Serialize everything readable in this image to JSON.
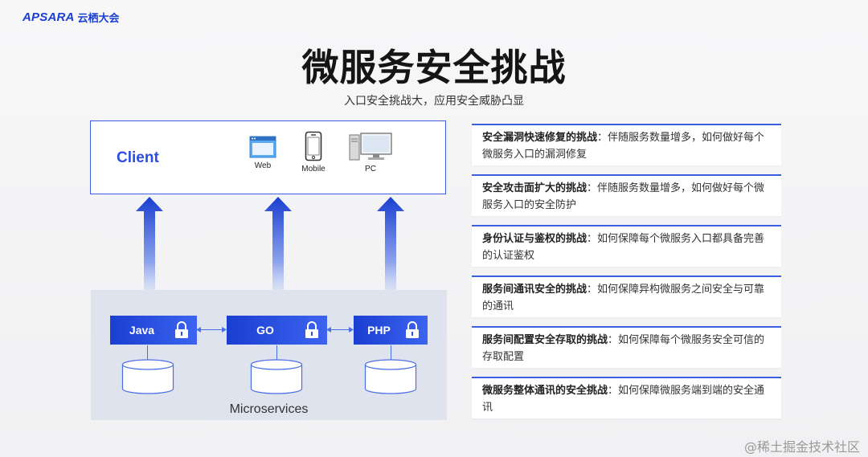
{
  "logo": {
    "brand": "APSARA",
    "name": "云栖大会"
  },
  "title": "微服务安全挑战",
  "subtitle": "入口安全挑战大，应用安全威胁凸显",
  "client": {
    "label": "Client",
    "devices": [
      {
        "label": "Web",
        "icon": "browser-window-icon"
      },
      {
        "label": "Mobile",
        "icon": "mobile-phone-icon"
      },
      {
        "label": "PC",
        "icon": "desktop-pc-icon"
      }
    ]
  },
  "microservices": {
    "label": "Microservices",
    "services": [
      {
        "name": "Java",
        "icon": "lock-icon"
      },
      {
        "name": "GO",
        "icon": "lock-icon"
      },
      {
        "name": "PHP",
        "icon": "lock-icon"
      }
    ]
  },
  "challenges": [
    {
      "title": "安全漏洞快速修复的挑战",
      "desc": "：伴随服务数量增多，如何做好每个微服务入口的漏洞修复"
    },
    {
      "title": "安全攻击面扩大的挑战",
      "desc": "：伴随服务数量增多，如何做好每个微服务入口的安全防护"
    },
    {
      "title": "身份认证与鉴权的挑战",
      "desc": "：如何保障每个微服务入口都具备完善的认证鉴权"
    },
    {
      "title": "服务间通讯安全的挑战",
      "desc": "：如何保障异构微服务之间安全与可靠的通讯"
    },
    {
      "title": "服务间配置安全存取的挑战",
      "desc": "：如何保障每个微服务安全可信的存取配置"
    },
    {
      "title": "微服务整体通讯的安全挑战",
      "desc": "：如何保障微服务端到端的安全通讯"
    }
  ],
  "watermark": "@稀土掘金技术社区",
  "colors": {
    "accent": "#1a3fd1",
    "accent_light": "#3d63f0",
    "panel": "#dfe3ee"
  }
}
